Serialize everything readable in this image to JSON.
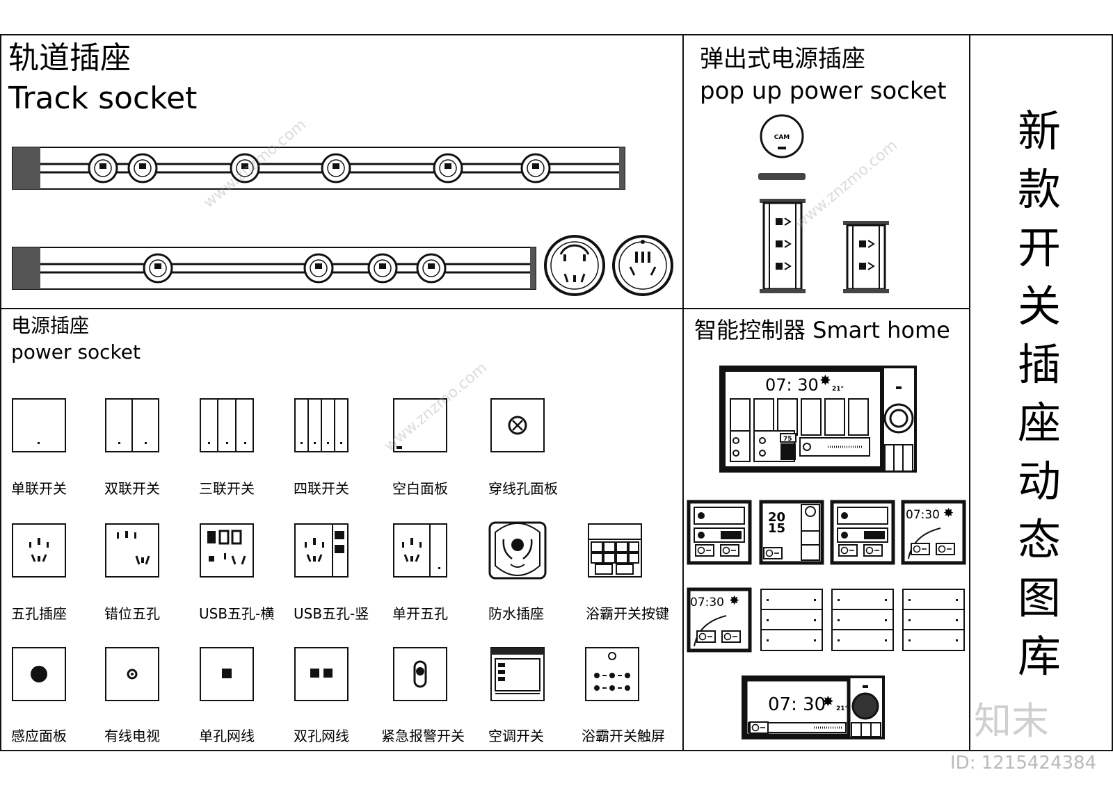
{
  "track": {
    "title_cn": "轨道插座",
    "title_en": "Track socket"
  },
  "popup": {
    "title_cn": "弹出式电源插座",
    "title_en": "pop up power socket",
    "cap_label": "CAM"
  },
  "power": {
    "title_cn": "电源插座",
    "title_en": "power socket",
    "row1": [
      "单联开关",
      "双联开关",
      "三联开关",
      "四联开关",
      "空白面板",
      "穿线孔面板"
    ],
    "row2": [
      "五孔插座",
      "错位五孔",
      "USB五孔-横",
      "USB五孔-竖",
      "单开五孔",
      "防水插座",
      "浴霸开关按键"
    ],
    "row3": [
      "感应面板",
      "有线电视",
      "单孔网线",
      "双孔网线",
      "紧急报警开关",
      "空调开关",
      "浴霸开关触屏"
    ]
  },
  "smart": {
    "title": "智能控制器 Smart home",
    "time_large": "07: 30",
    "time_small": "07:30",
    "temp_small": "21°",
    "level": "75",
    "date_top": "20",
    "date_bottom": "15"
  },
  "side_title": [
    "新",
    "款",
    "开",
    "关",
    "插",
    "座",
    "动",
    "态",
    "图",
    "库"
  ],
  "watermark": {
    "logo": "知末",
    "id_text": "ID: 1215424384",
    "url": "www.znzmo.com"
  },
  "colors": {
    "line": "#111111",
    "rail": "#555555",
    "paper": "#ffffff"
  }
}
